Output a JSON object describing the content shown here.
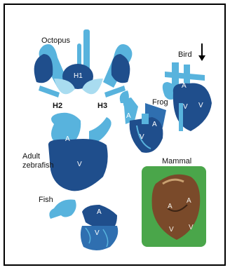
{
  "colors": {
    "dark_blue": "#1f4e8c",
    "mid_blue": "#2f6fb0",
    "light_blue": "#58b3dd",
    "pale_blue": "#a9dcf0",
    "mammal_bg": "#4aa64a",
    "mammal_heart": "#7a4a2a"
  },
  "animals": {
    "octopus": {
      "name": "Octopus",
      "chambers": [
        "H1",
        "H2",
        "H3"
      ]
    },
    "bird": {
      "name": "Bird",
      "chambers": [
        "A",
        "V",
        "V"
      ]
    },
    "frog": {
      "name": "Frog",
      "chambers": [
        "A",
        "A",
        "V"
      ]
    },
    "zebrafish": {
      "name": "Adult\nzebrafish",
      "line1": "Adult",
      "line2": "zebrafish",
      "chambers": [
        "A",
        "V"
      ]
    },
    "mammal": {
      "name": "Mammal",
      "chambers": [
        "A",
        "A",
        "V",
        "V"
      ]
    },
    "fish": {
      "name": "Fish",
      "chambers": [
        "A",
        "V"
      ]
    }
  },
  "icons": {
    "arrow": "down-arrow-icon"
  }
}
